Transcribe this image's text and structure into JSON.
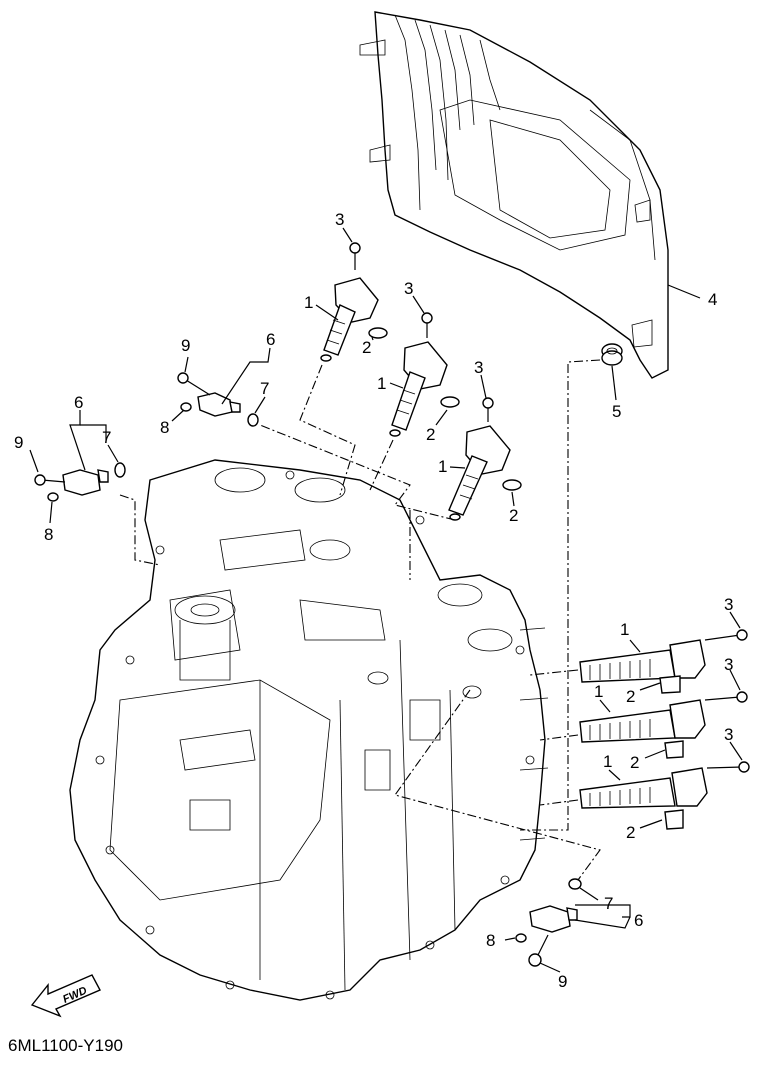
{
  "diagram_code": "6ML1100-Y190",
  "direction_label": "FWD",
  "callouts": {
    "c1a": "1",
    "c2a": "2",
    "c3a": "3",
    "c1b": "1",
    "c2b": "2",
    "c3b": "3",
    "c1c": "1",
    "c2c": "2",
    "c3c": "3",
    "c4": "4",
    "c5": "5",
    "c6a": "6",
    "c7a": "7",
    "c8a": "8",
    "c9a": "9",
    "c6b": "6",
    "c7b": "7",
    "c8b": "8",
    "c9b": "9",
    "c1d": "1",
    "c2d": "2",
    "c3d": "3",
    "c1e": "1",
    "c2e": "2",
    "c3e": "3",
    "c1f": "1",
    "c2f": "2",
    "c3f": "3",
    "c6c": "6",
    "c7c": "7",
    "c8c": "8",
    "c9c": "9"
  }
}
